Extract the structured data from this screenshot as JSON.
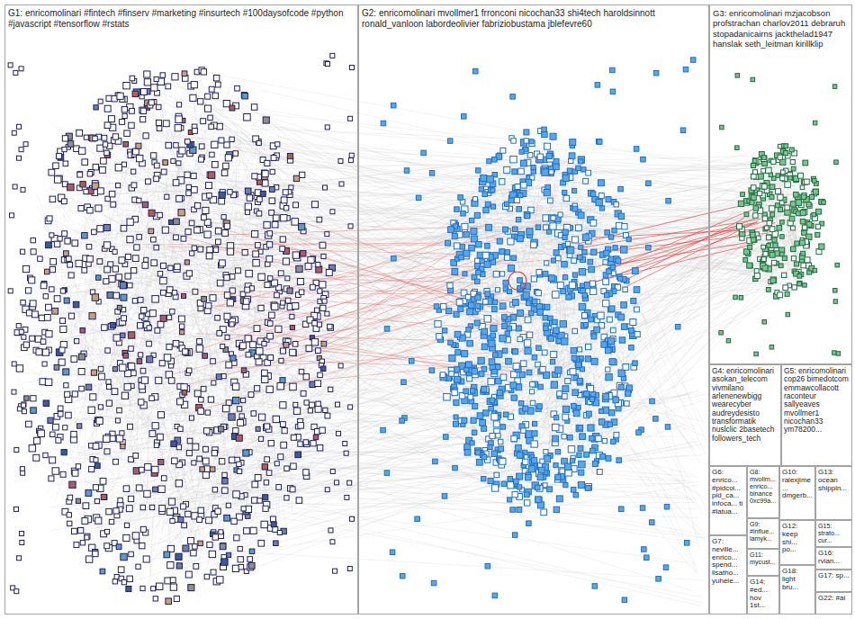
{
  "diagram": {
    "nodes": [
      {
        "text": [
          "G1: enricomolinari #fintech #finserv #marketing #insurtech #100daysofcode #python #javascript #tensorflow #rstats"
        ]
      },
      {
        "text": [
          "G2: enricomolinari mvollmer1 frronconi nicochan33 shi4tech haroldsinnott ronald_vanloon labordeolivier fabriziobustama jblefevre60"
        ]
      },
      {
        "text": [
          "G3: enricomolinari mzjacobson profstrachan charlov2011 debraruh stopadanicairns jackthelad1947 hanslak seth_leitman kirillklip"
        ]
      },
      {
        "text": [
          "G4: enricomolinari asokan_telecom vivmilano arlenenewbigg wearecyber audreydesisto transformatik nuslclic 2basetech followers_tech"
        ]
      },
      {
        "text": [
          "G5: enricomolinari cop26 bimedotcom emmawcollacott raconteur sallyeaves mvollmer1 nicochan33 ym78200..."
        ]
      },
      {
        "text": [
          "G6: enrico... #pidcoi... pid_ca... infoca... ti #latua..."
        ]
      },
      {
        "text": [
          "G8: mvollm... enrico... binance 0xc99a..."
        ]
      },
      {
        "text": [
          "G10: ralexjime... dmgerb..."
        ]
      },
      {
        "text": [
          "G13: ocean shippin..."
        ]
      },
      {
        "text": [
          "G9: #influe... lamyk..."
        ]
      },
      {
        "text": [
          "G12: keep shi... po..."
        ]
      },
      {
        "text": [
          "G15: strato... cur..."
        ]
      },
      {
        "text": [
          "G7: neville... enrico... spend... lisatho... yuhele..."
        ]
      },
      {
        "text": [
          "G16: rvian..."
        ]
      },
      {
        "text": [
          "G11: mycust..."
        ]
      },
      {
        "text": [
          "G18: light bru..."
        ]
      },
      {
        "text": [
          "G17: sp..."
        ]
      },
      {
        "text": [
          "G14: #ed... hov 1st..."
        ]
      },
      {
        "text": [
          "G22: #ai"
        ]
      }
    ]
  }
}
